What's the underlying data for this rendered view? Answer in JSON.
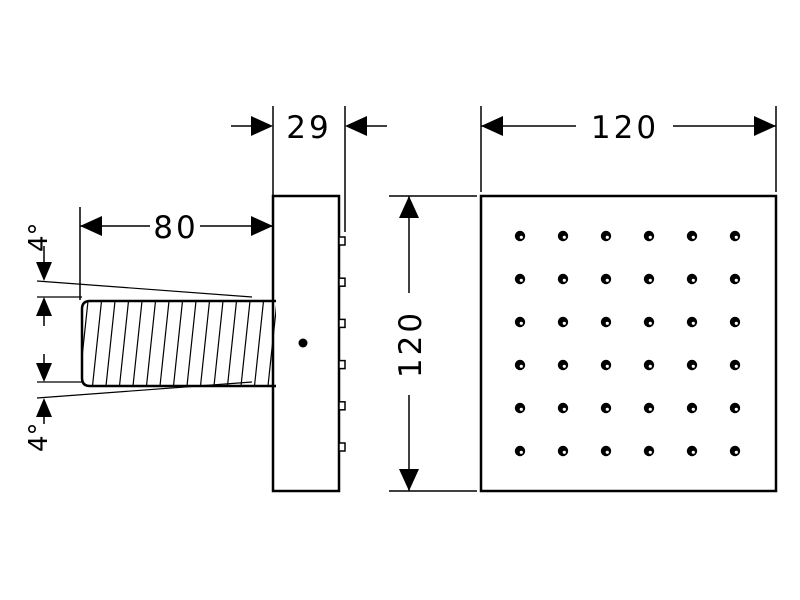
{
  "drawing": {
    "colors": {
      "line": "#000000",
      "background": "#ffffff"
    },
    "side_view": {
      "depth_label": "29",
      "thread_length_label": "80",
      "upper_angle_label": "4°",
      "lower_angle_label": "4°",
      "nozzle_count": 6
    },
    "front_view": {
      "width_label": "120",
      "height_label": "120",
      "nozzle_rows": 6,
      "nozzle_cols": 6
    }
  }
}
